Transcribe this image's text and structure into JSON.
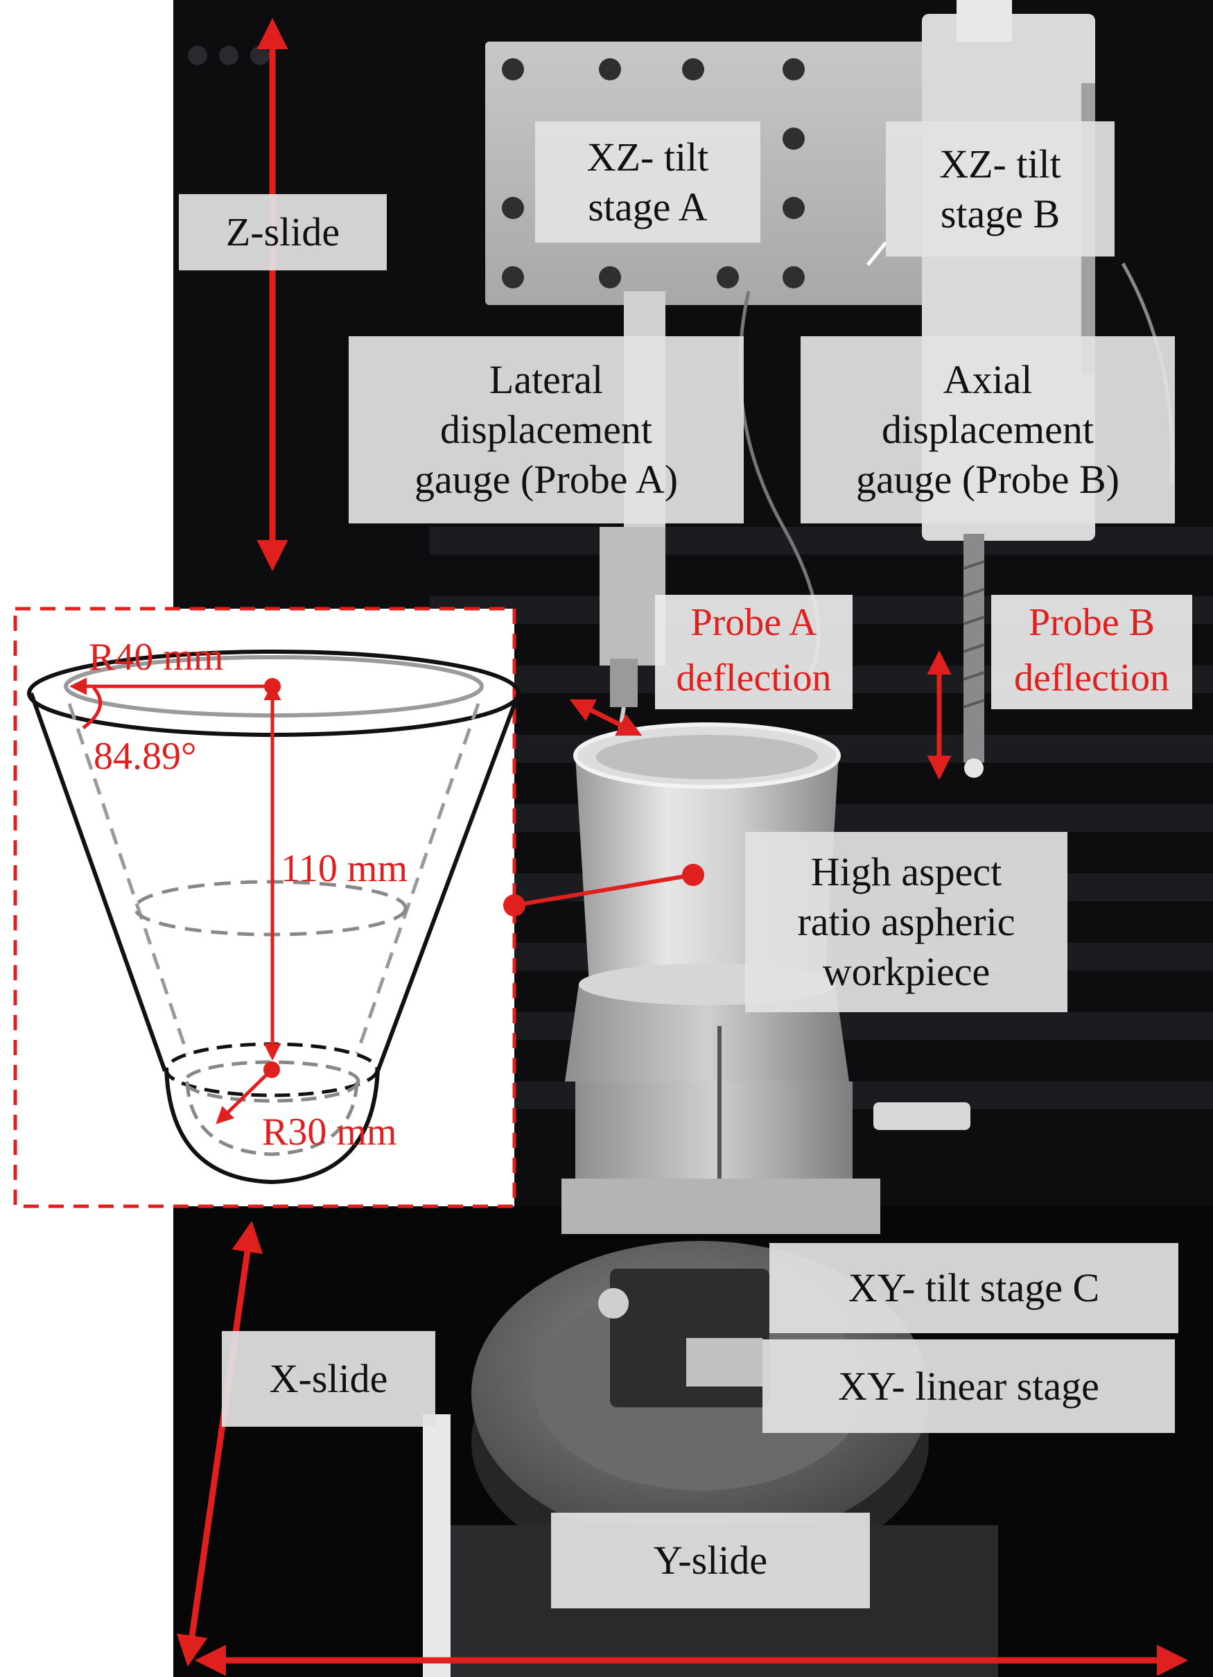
{
  "labels": {
    "z_slide": "Z-slide",
    "xz_tilt_a": [
      "XZ- tilt",
      "stage A"
    ],
    "xz_tilt_b": [
      "XZ- tilt",
      "stage B"
    ],
    "lateral_gauge": [
      "Lateral",
      "displacement",
      "gauge (Probe A)"
    ],
    "axial_gauge": [
      "Axial",
      "displacement",
      "gauge (Probe B)"
    ],
    "probe_a_deflection": [
      "Probe A",
      "deflection"
    ],
    "probe_b_deflection": [
      "Probe B",
      "deflection"
    ],
    "workpiece": [
      "High aspect",
      "ratio aspheric",
      "workpiece"
    ],
    "xy_tilt_c": "XY- tilt stage C",
    "xy_linear": "XY- linear stage",
    "x_slide": "X-slide",
    "y_slide": "Y-slide"
  },
  "dimensions": {
    "top_radius": "R40 mm",
    "angle": "84.89°",
    "height": "110 mm",
    "bottom_radius": "R30 mm"
  },
  "colors": {
    "accent": "#e0201f",
    "label_bg": "#e2e2e2",
    "background": "#0d0d0f"
  }
}
